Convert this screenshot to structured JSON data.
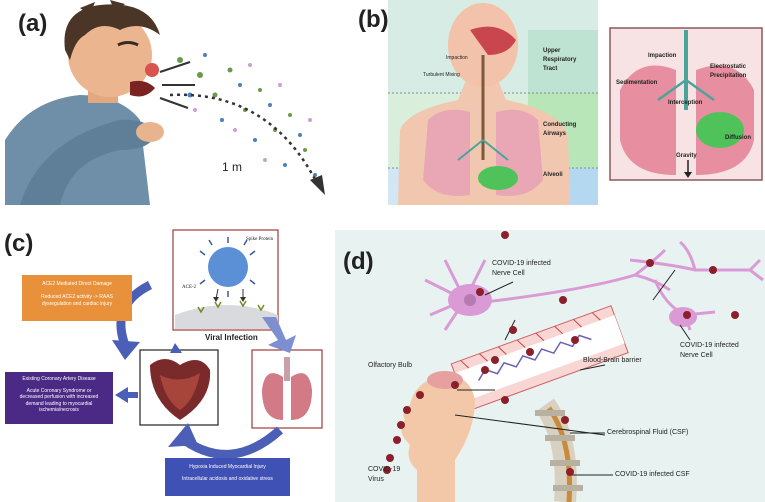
{
  "panel_a": {
    "label": "(a)",
    "distance_label": "1 m"
  },
  "panel_b": {
    "label": "(b)",
    "left": {
      "impaction": "Impaction",
      "turbulent_mixing": "Turbulent Mixing",
      "upper_line1": "Upper",
      "upper_line2": "Respiratory",
      "upper_line3": "Tract",
      "conducting_line1": "Conducting",
      "conducting_line2": "Airways",
      "alveoli": "Alveoli"
    },
    "right": {
      "impaction": "Impaction",
      "sedimentation": "Sedimentation",
      "electrostatic_line1": "Electrostatic",
      "electrostatic_line2": "Precipitation",
      "interception": "Interception",
      "diffusion": "Diffusion",
      "gravity": "Gravity"
    }
  },
  "panel_c": {
    "label": "(c)",
    "spike_protein": "Spike Protein",
    "ace2": "ACE-2",
    "viral_infection": "Viral Infection",
    "orange_box": {
      "line1": "ACE2 Mediated Direct Damage",
      "line2": "Reduced ACE2 activity -> RAAS",
      "line3": "dysregulation and cardiac injury"
    },
    "purple_box": {
      "line1": "Existing Coronary Artery Disease",
      "line2": "Acute Coronary Syndrome or",
      "line3": "decreased perfusion with increased",
      "line4": "demand leading to myocardial",
      "line5": "ischemia/necrosis"
    },
    "blue_box": {
      "line1": "Hypoxia Induced Myocardial Injury",
      "line2": "Intracellular acidosis and oxidative stress"
    },
    "colors": {
      "orange": "#e8913a",
      "purple": "#4b2a86",
      "blue": "#3f51b5",
      "arrow": "#4a5fb5"
    }
  },
  "panel_d": {
    "label": "(d)",
    "infected_nerve_top_line1": "COVID-19 infected",
    "infected_nerve_top_line2": "Nerve Cell",
    "infected_nerve_right_line1": "COVID-19 infected",
    "infected_nerve_right_line2": "Nerve Cell",
    "olfactory_bulb": "Olfactory Bulb",
    "blood_brain_barrier": "Blood-Brain barrier",
    "csf": "Cerebrospinal Fluid (CSF)",
    "infected_csf": "COVID-19 infected CSF",
    "virus_line1": "COVID-19",
    "virus_line2": "Virus",
    "colors": {
      "background": "#e8f3f1",
      "neuron": "#d99ad6",
      "virus": "#8b1f2a"
    }
  }
}
